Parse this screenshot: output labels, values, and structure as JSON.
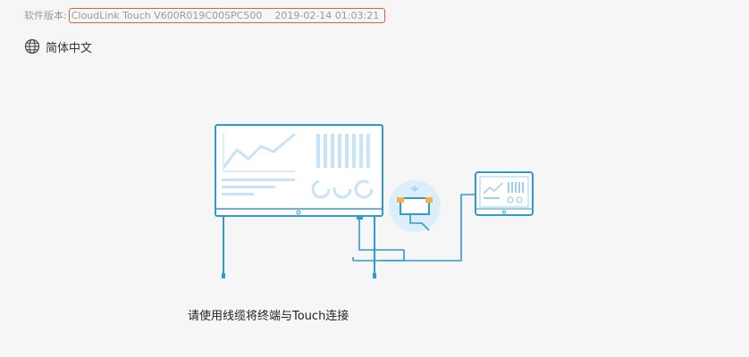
{
  "version": {
    "label": "软件版本:",
    "value": "CloudLink Touch V600R019C00SPC500",
    "timestamp": "2019-02-14  01:03:21"
  },
  "language": {
    "icon": "globe-icon",
    "label": "简体中文"
  },
  "instruction": "请使用线缆将终端与Touch连接",
  "colors": {
    "accent": "#2e9ad6",
    "light_accent": "#9fcff0",
    "highlight_border": "#e8622c"
  }
}
